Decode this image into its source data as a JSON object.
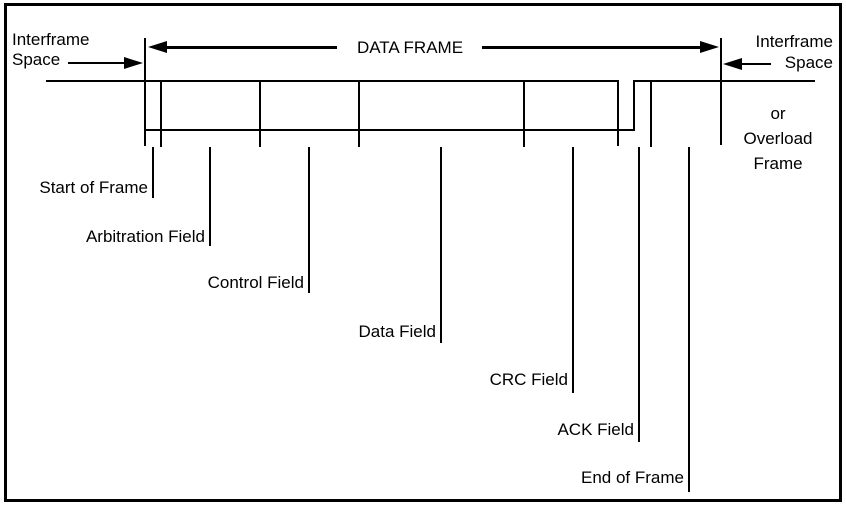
{
  "diagram": {
    "data_frame_label": "DATA FRAME",
    "interframe_left": {
      "line1": "Interframe",
      "line2": "Space"
    },
    "interframe_right": {
      "line1": "Interframe",
      "line2": "Space"
    },
    "overload_frame": {
      "line1": "or",
      "line2": "Overload",
      "line3": "Frame"
    },
    "fields": [
      {
        "label": "Start of Frame"
      },
      {
        "label": "Arbitration Field"
      },
      {
        "label": "Control Field"
      },
      {
        "label": "Data Field"
      },
      {
        "label": "CRC Field"
      },
      {
        "label": "ACK Field"
      },
      {
        "label": "End of Frame"
      }
    ],
    "colors": {
      "line": "#000000",
      "background": "#ffffff",
      "text": "#000000"
    }
  }
}
